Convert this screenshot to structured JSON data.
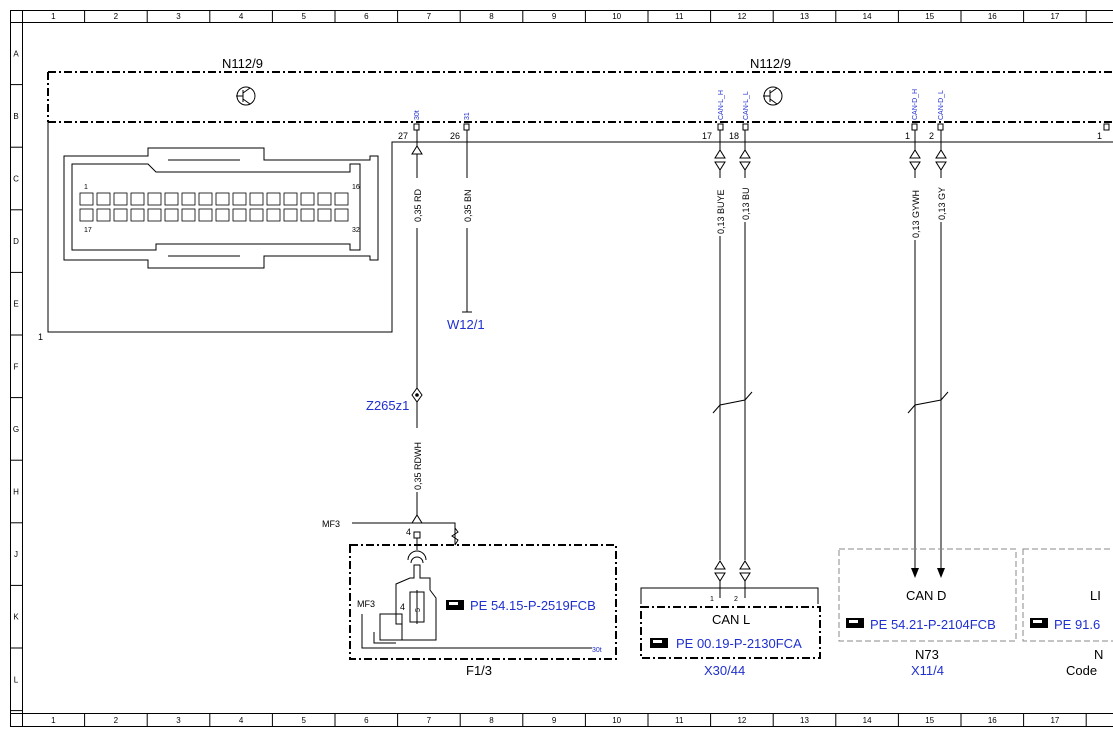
{
  "ruler": {
    "columns": [
      "1",
      "2",
      "3",
      "4",
      "5",
      "6",
      "7",
      "8",
      "9",
      "10",
      "11",
      "12",
      "13",
      "14",
      "15",
      "16",
      "17"
    ],
    "rows": [
      "A",
      "B",
      "C",
      "D",
      "E",
      "F",
      "G",
      "H",
      "J",
      "K",
      "L"
    ]
  },
  "module": {
    "name_left": "N112/9",
    "name_right": "N112/9",
    "connector_label": "1",
    "connector_pin_first": "1",
    "connector_pin_16": "16",
    "connector_pin_17": "17",
    "connector_pin_32": "32"
  },
  "pins": [
    {
      "num": "27",
      "signal": "30t"
    },
    {
      "num": "26",
      "signal": "31"
    },
    {
      "num": "17",
      "signal": "CAN-L_H"
    },
    {
      "num": "18",
      "signal": "CAN-L_L"
    },
    {
      "num": "1",
      "signal": "CAN-D_H"
    },
    {
      "num": "2",
      "signal": "CAN-D_L"
    },
    {
      "num": "1",
      "signal": ""
    }
  ],
  "wires": {
    "w27": "0,35 RD",
    "w26": "0,35 BN",
    "w17": "0,13 BUYE",
    "w18": "0,13 BU",
    "wd1": "0,13 GYWH",
    "wd2": "0,13 GY",
    "w_rdwh": "0,35 RDWH"
  },
  "ground": "W12/1",
  "splice": "Z265z1",
  "fuse": {
    "mf_top": "MF3",
    "mf_inner": "MF3",
    "pin": "4",
    "fuse_pin": "4",
    "fuse_num": "5",
    "ref": "PE 54.15-P-2519FCB",
    "terminal": "30t",
    "name": "F1/3"
  },
  "can_l": {
    "pin1": "1",
    "pin2": "2",
    "label": "CAN L",
    "ref": "PE 00.19-P-2130FCA",
    "name": "X30/44"
  },
  "can_d": {
    "label": "CAN D",
    "ref": "PE 54.21-P-2104FCB",
    "name": "N73",
    "sub": "X11/4"
  },
  "extra": {
    "label": "LI",
    "ref": "PE 91.6",
    "name": "N",
    "sub": "Code"
  },
  "colors": {
    "link": "#1f2fd0",
    "line": "#000000",
    "grey": "#8a8a8a"
  }
}
